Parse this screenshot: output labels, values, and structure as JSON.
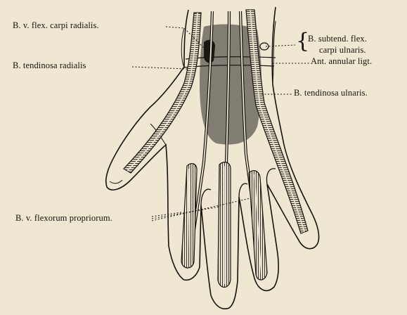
{
  "colors": {
    "paper": "#efe7d2",
    "ink": "#15120e",
    "sheath_shade": "#8a847b",
    "bursa_shade": "#6f6a63"
  },
  "labels": {
    "flex_carpi_radialis": "B. v. flex. carpi radialis.",
    "tendinosa_radialis": "B. tendinosa radialis",
    "subtend_line1": "B. subtend. flex.",
    "subtend_line2": "carpi ulnaris.",
    "annular_ligament": "Ant. annular ligt.",
    "tendinosa_ulnaris": "B. tendinosa ulnaris.",
    "flexorum_propriorum": "B. v. flexorum propriorum."
  }
}
